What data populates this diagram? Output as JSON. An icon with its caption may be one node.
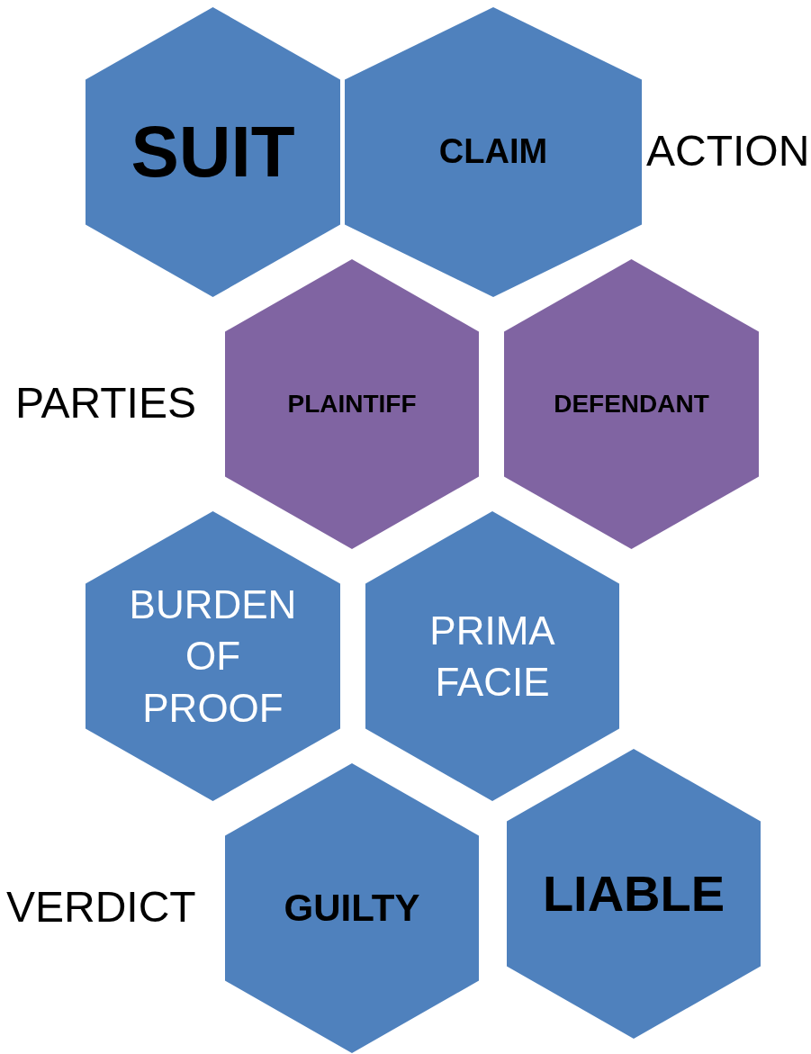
{
  "diagram": {
    "nodes": [
      {
        "text": [
          "SUIT"
        ]
      },
      {
        "text": [
          "CLAIM"
        ]
      },
      {
        "text": [
          "PLAINTIFF"
        ]
      },
      {
        "text": [
          "DEFENDANT"
        ]
      },
      {
        "text": [
          "BURDEN OF PROOF"
        ]
      },
      {
        "text": [
          "PRIMA FACIE"
        ]
      },
      {
        "text": [
          "GUILTY"
        ]
      },
      {
        "text": [
          "LIABLE"
        ]
      }
    ],
    "labels": [
      "ACTION",
      "PARTIES",
      "VERDICT"
    ]
  }
}
